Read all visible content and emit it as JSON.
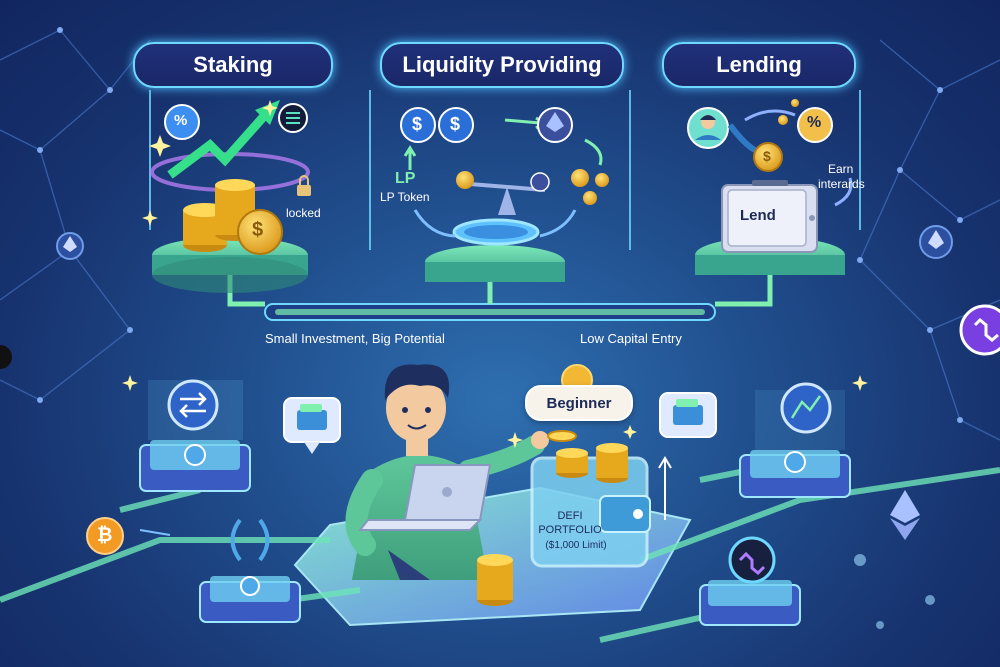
{
  "panels": {
    "staking": {
      "title": "Staking",
      "locked_label": "locked"
    },
    "liquidity": {
      "title": "Liquidity Providing",
      "lp_label": "LP",
      "lp_token_label": "LP Token"
    },
    "lending": {
      "title": "Lending",
      "lend_label": "Lend",
      "earn_label_1": "Earn",
      "earn_label_2": "interards"
    }
  },
  "captions": {
    "left": "Small Investment, Big Potential",
    "right": "Low Capital Entry"
  },
  "badge": "Beginner",
  "wallet": {
    "line1": "DEFI",
    "line2": "PORTFOLIO",
    "line3": "($1,000 Limit)"
  },
  "glyphs": {
    "percent": "%",
    "dollar": "$",
    "bitcoin": "₿"
  },
  "colors": {
    "accent_cyan": "#6fd8ff",
    "accent_green": "#7ff0b0",
    "coin_gold": "#f2b733",
    "badge_bg": "#f7f3ea"
  }
}
